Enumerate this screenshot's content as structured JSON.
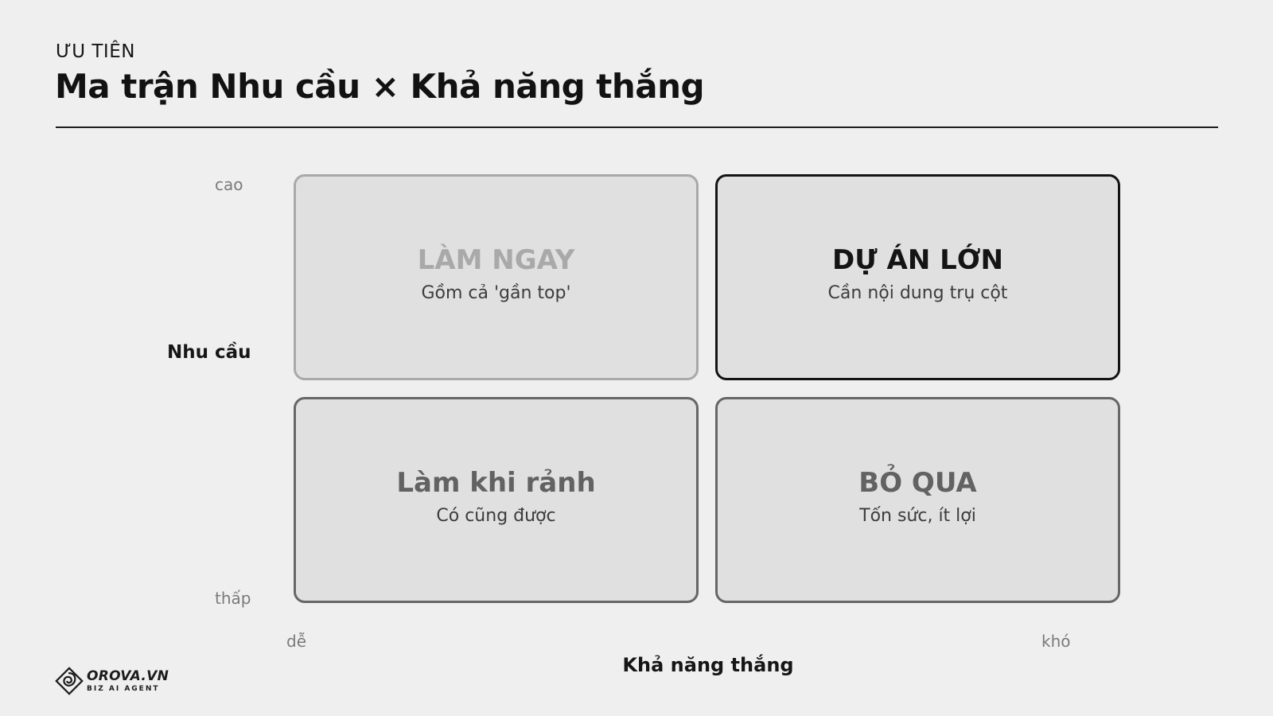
{
  "header": {
    "eyebrow": "ƯU TIÊN",
    "title": "Ma trận Nhu cầu × Khả năng thắng"
  },
  "axes": {
    "y_label": "Nhu cầu",
    "y_high": "cao",
    "y_low": "thấp",
    "x_label": "Khả năng thắng",
    "x_low": "dễ",
    "x_high": "khó"
  },
  "quadrants": [
    {
      "title": "LÀM NGAY",
      "subtitle": "Gồm cả 'gần top'",
      "border_color": "#a9a9a9",
      "title_color": "#a9a9a9"
    },
    {
      "title": "DỰ ÁN LỚN",
      "subtitle": "Cần nội dung trụ cột",
      "border_color": "#141414",
      "title_color": "#141414"
    },
    {
      "title": "Làm khi rảnh",
      "subtitle": "Có cũng được",
      "border_color": "#666666",
      "title_color": "#626262"
    },
    {
      "title": "BỎ QUA",
      "subtitle": "Tốn sức, ít lợi",
      "border_color": "#666666",
      "title_color": "#626262"
    }
  ],
  "logo": {
    "brand": "OROVA.VN",
    "tagline": "BIZ AI AGENT",
    "icon": "spiral-logo-icon"
  },
  "colors": {
    "background": "#efefef",
    "quadrant_fill": "#e0e0e0",
    "text": "#1c1c1c"
  }
}
